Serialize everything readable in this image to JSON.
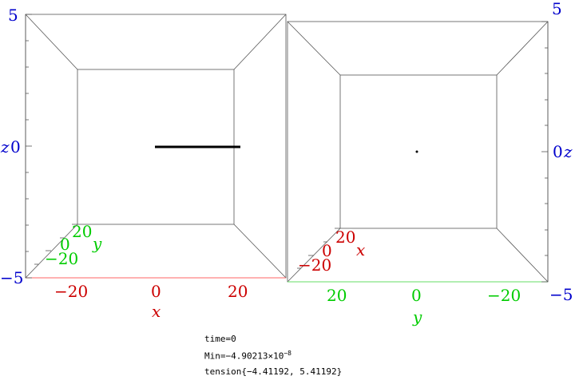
{
  "colors": {
    "x_axis": "#cc0000",
    "y_axis": "#00cc00",
    "z_axis": "#0000cc",
    "box": "#555555",
    "curve": "#000000"
  },
  "left_plot": {
    "z_ticks": [
      "5",
      "0",
      "−5"
    ],
    "z_label": "z",
    "x_ticks": [
      "−20",
      "0",
      "20"
    ],
    "x_label": "x",
    "y_ticks": [
      "20",
      "0",
      "−20"
    ],
    "y_label": "y"
  },
  "right_plot": {
    "z_ticks": [
      "5",
      "0",
      "−5"
    ],
    "z_label": "z",
    "y_ticks": [
      "20",
      "0",
      "−20"
    ],
    "y_label": "y",
    "x_ticks": [
      "20",
      "0",
      "−20"
    ],
    "x_label": "x"
  },
  "info": {
    "time": "time=0",
    "min_prefix": "Min=−4.90213×10",
    "min_exp": "−8",
    "tension": "tension{−4.41192, 5.41192}"
  }
}
